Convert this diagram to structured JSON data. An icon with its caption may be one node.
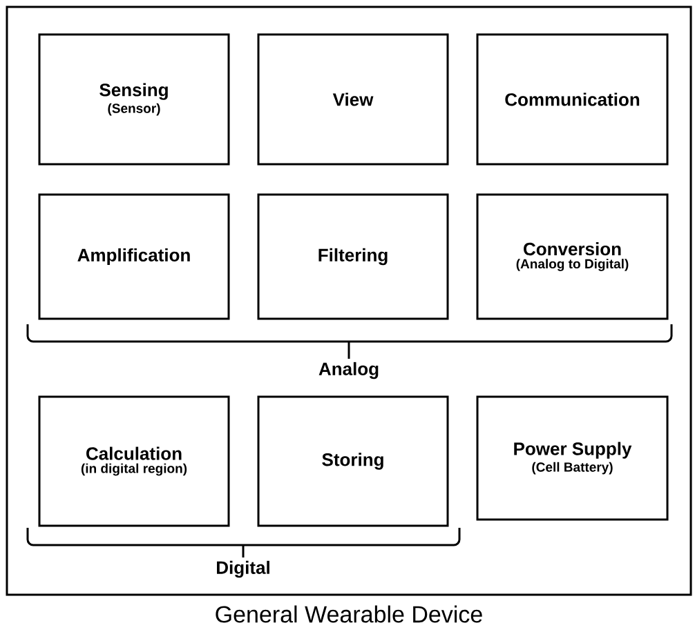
{
  "diagram": {
    "nodes": [
      {
        "text": [
          "General Wearable Device"
        ]
      },
      {
        "text": [
          "Sensing",
          "(Sensor)"
        ],
        "in": 0
      },
      {
        "text": [
          "View"
        ],
        "in": 0
      },
      {
        "text": [
          "Communication"
        ],
        "in": 0
      },
      {
        "text": [
          "Amplification"
        ],
        "in": 0
      },
      {
        "text": [
          "Filtering"
        ],
        "in": 0
      },
      {
        "text": [
          "Conversion",
          "(Analog to Digital)"
        ],
        "in": 0
      },
      {
        "text": [
          "Calculation",
          "(in digital region)"
        ],
        "in": 0
      },
      {
        "text": [
          "Storing"
        ],
        "in": 0
      },
      {
        "text": [
          "Power Supply",
          "(Cell Battery)"
        ],
        "in": 0
      }
    ],
    "edges": [],
    "labels": [
      "Analog",
      "Digital"
    ]
  }
}
